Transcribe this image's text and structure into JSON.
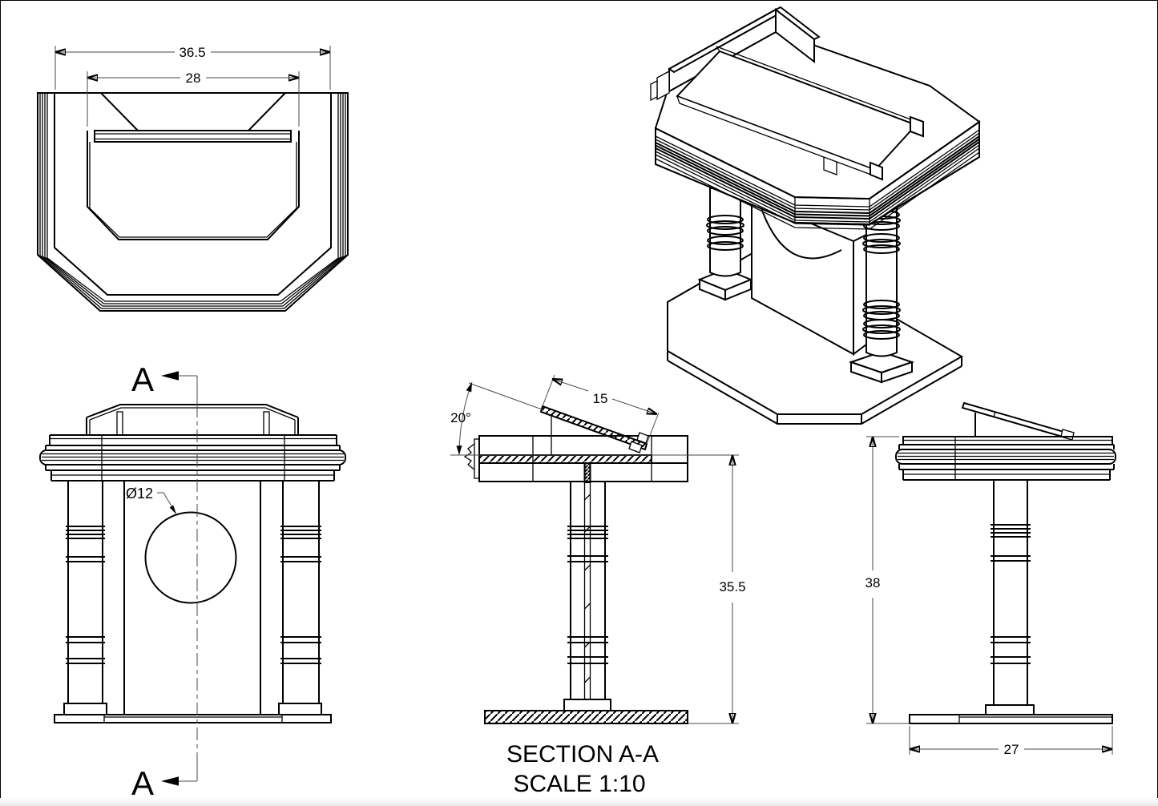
{
  "page": {
    "background": "#ffffff",
    "line_color": "#000000"
  },
  "top_view": {
    "dim_overall": "36.5",
    "dim_inner": "28"
  },
  "front_view": {
    "section_letter_top": "A",
    "section_letter_bottom": "A",
    "hole_dim": "Ø12"
  },
  "section_view": {
    "angle": "20°",
    "board_length": "15",
    "height": "35.5",
    "title": "SECTION A-A",
    "scale": "SCALE 1:10"
  },
  "side_view": {
    "height": "38",
    "base_width": "27"
  }
}
